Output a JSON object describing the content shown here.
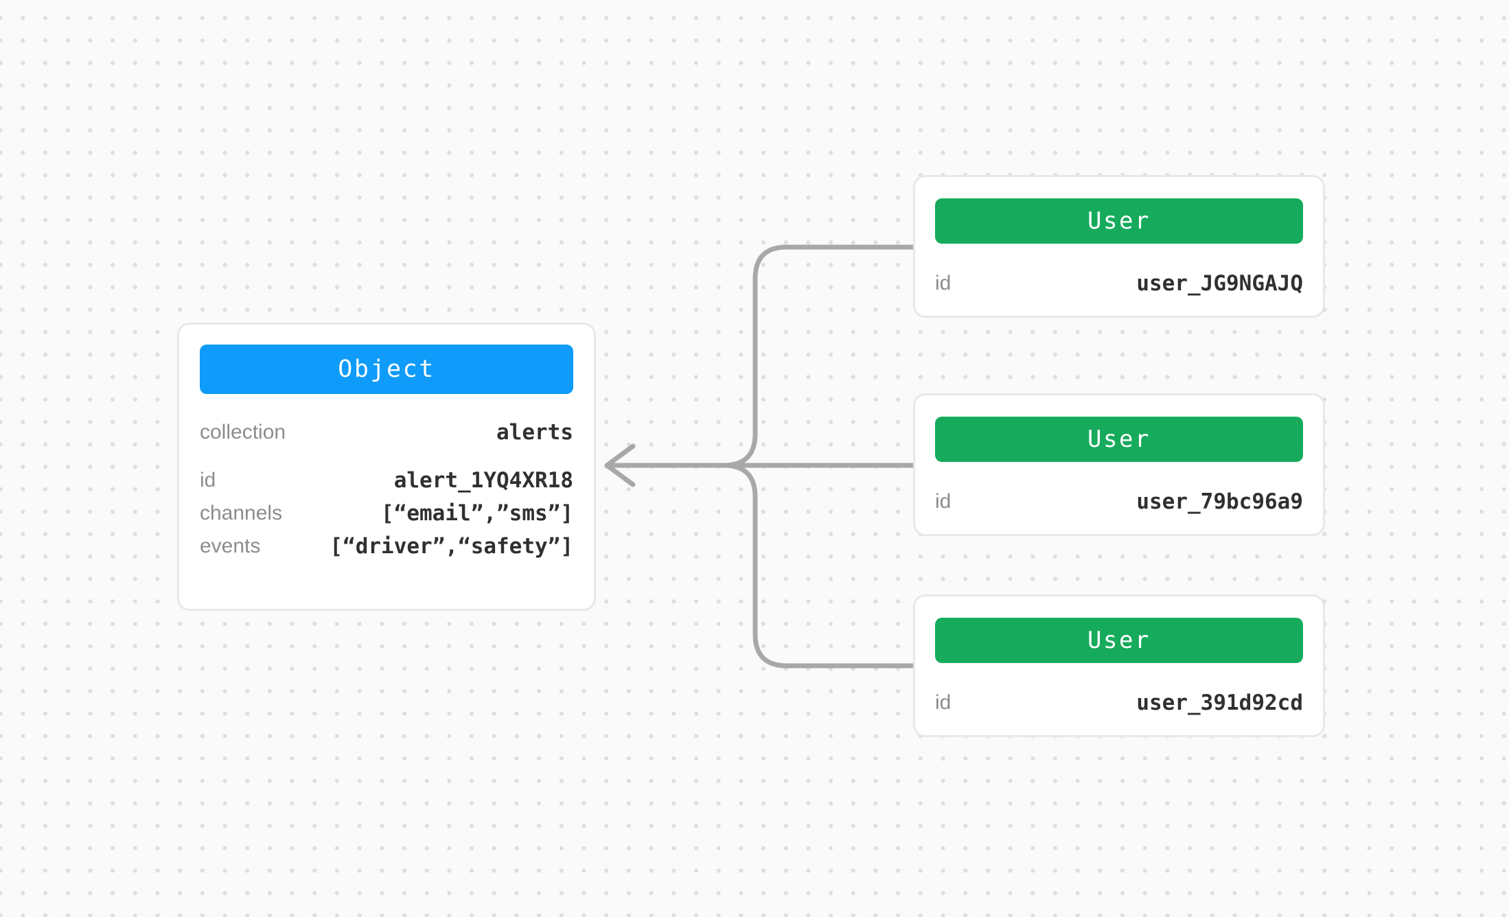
{
  "diagram": {
    "object_card": {
      "header_label": "Object",
      "fields": [
        {
          "label": "collection",
          "value": "alerts"
        },
        {
          "label": "id",
          "value": "alert_1YQ4XR18"
        },
        {
          "label": "channels",
          "value": "[“email”,”sms”]"
        },
        {
          "label": "events",
          "value": "[“driver”,“safety”]"
        }
      ]
    },
    "user_cards": [
      {
        "header_label": "User",
        "fields": [
          {
            "label": "id",
            "value": "user_JG9NGAJQ"
          }
        ]
      },
      {
        "header_label": "User",
        "fields": [
          {
            "label": "id",
            "value": "user_79bc96a9"
          }
        ]
      },
      {
        "header_label": "User",
        "fields": [
          {
            "label": "id",
            "value": "user_391d92cd"
          }
        ]
      }
    ]
  },
  "colors": {
    "background": "#FAFAFA",
    "dot": "#DEDEDE",
    "card_bg": "#FFFFFF",
    "card_border": "#E8E8E8",
    "object_header_bg": "#0F9BFA",
    "user_header_bg": "#16AB5C",
    "header_text": "#FFFFFF",
    "label_text": "#8C8C8C",
    "value_text": "#303030",
    "connector": "#A8A8A8"
  }
}
